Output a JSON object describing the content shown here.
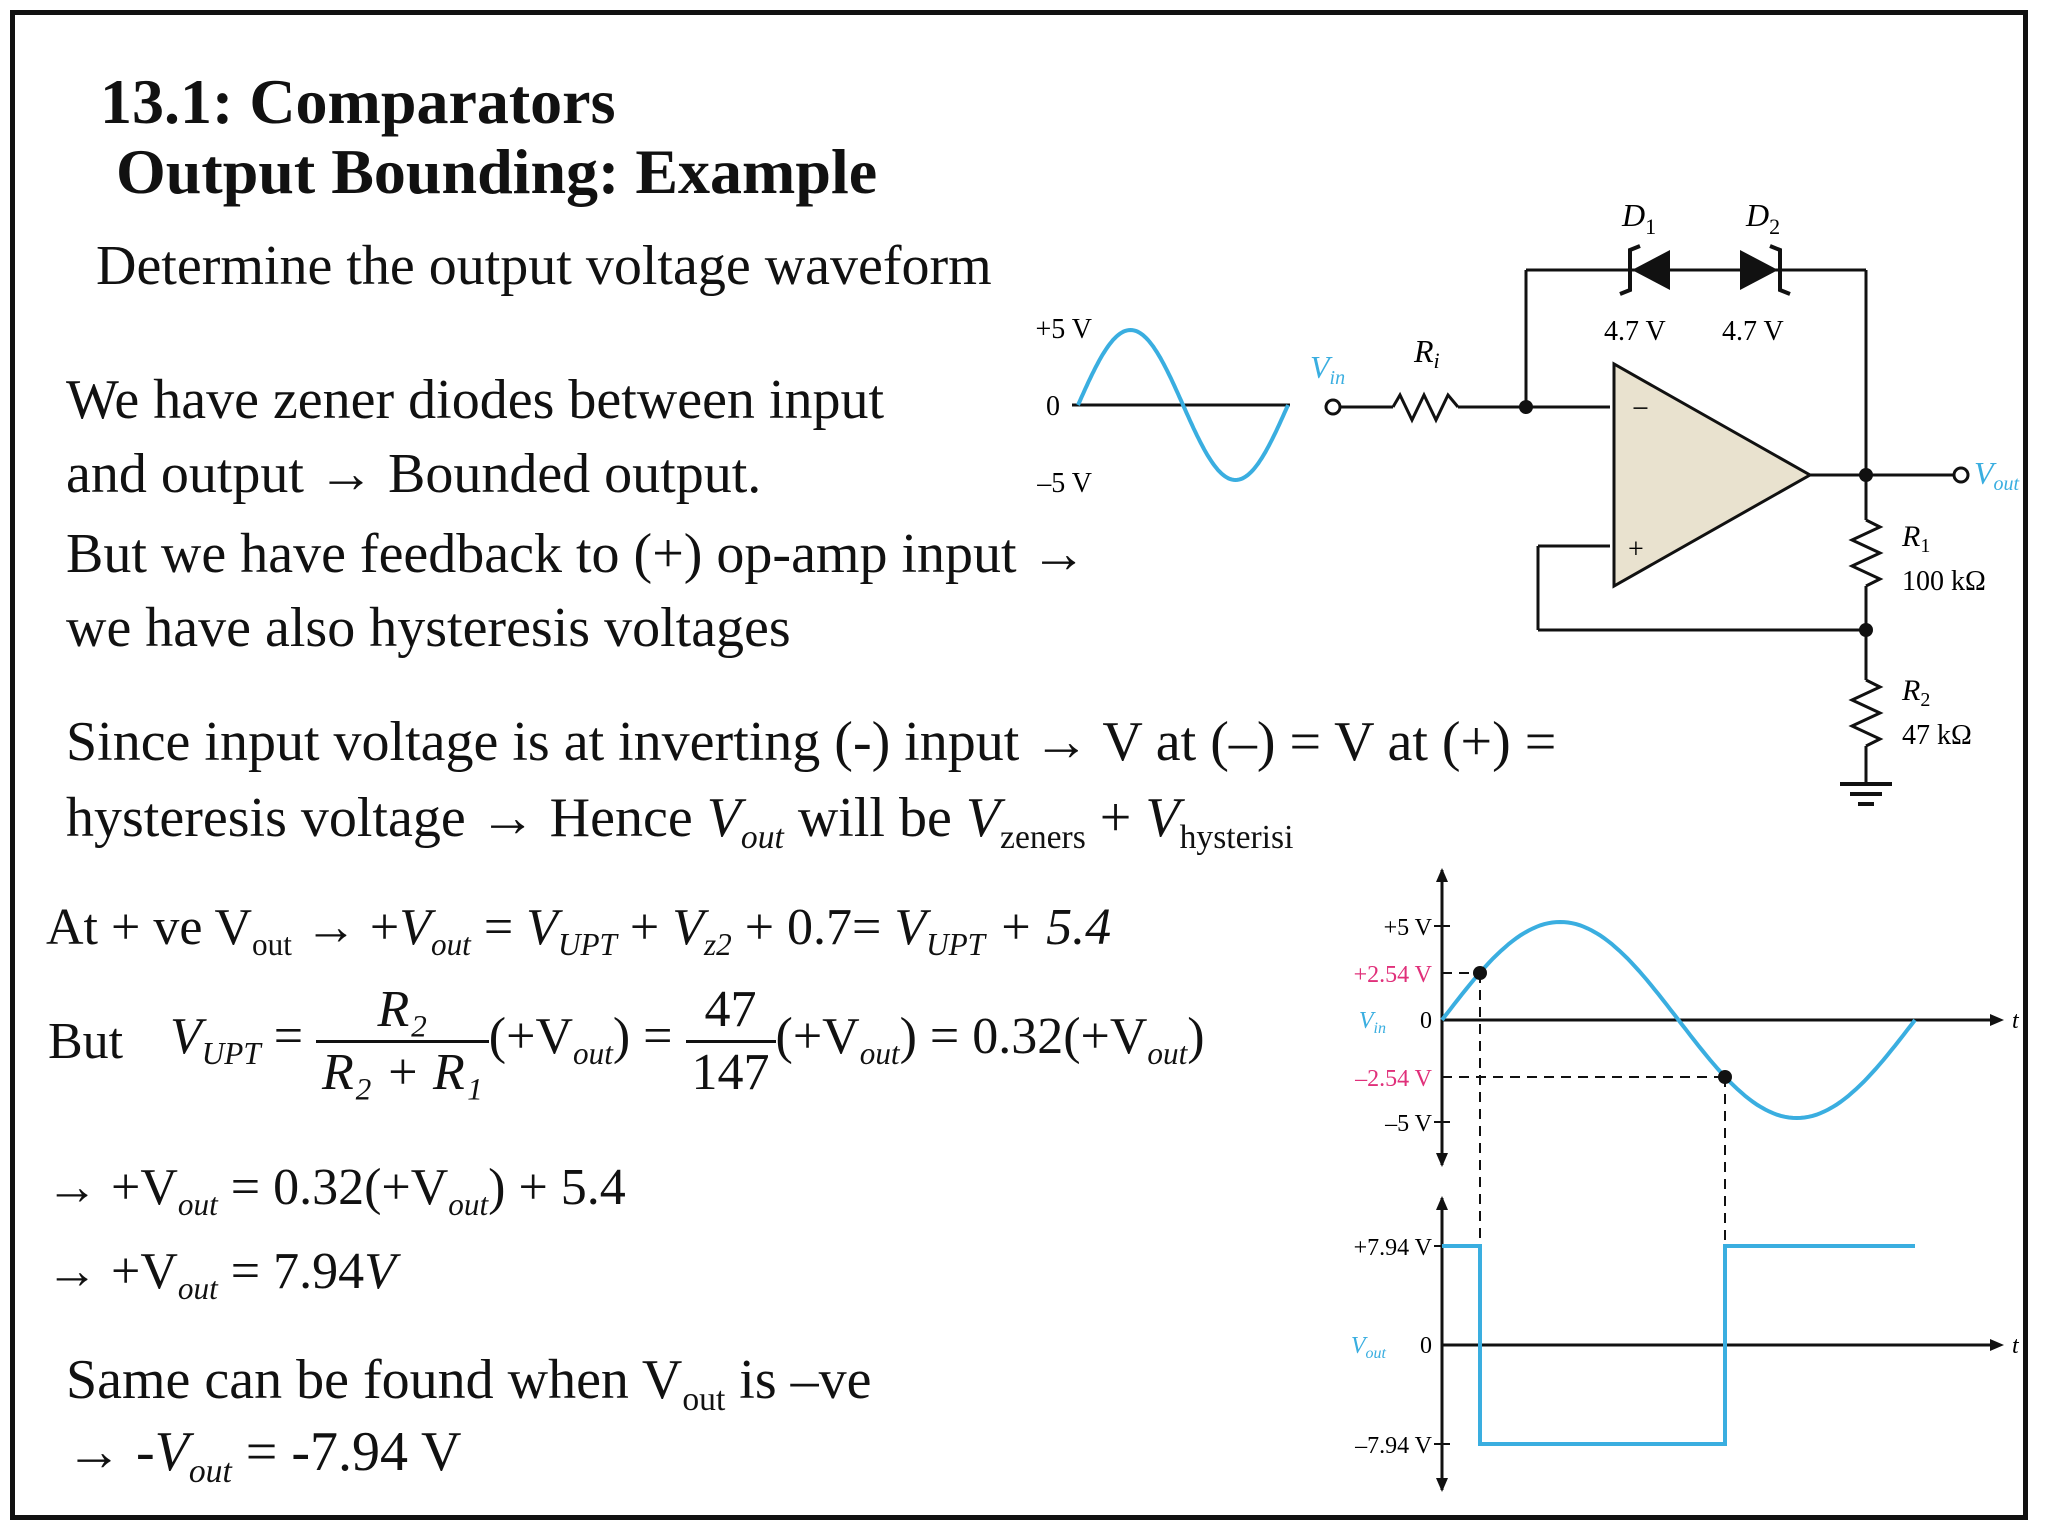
{
  "title": {
    "line1": "13.1: Comparators",
    "line2": "Output Bounding: Example"
  },
  "task": "Determine the output voltage waveform",
  "paragraphs": {
    "p1_line1": "We have zener diodes between input",
    "p1_line2": "and output → Bounded output.",
    "p1_line3": "But we have feedback to (+) op-amp input →",
    "p1_line4": "we have also hysteresis voltages",
    "p2_line1": "Since input voltage is at inverting (-) input → V at (–) = V at (+) =",
    "p2_line2_a": "hysteresis voltage → Hence ",
    "p2_line2_vout": "V",
    "p2_line2_vout_sub": "out",
    "p2_line2_b": " will be ",
    "p2_line2_vz": "V",
    "p2_line2_vz_sub": "zeners",
    "p2_line2_plus": " + ",
    "p2_line2_vh": "V",
    "p2_line2_vh_sub": "hysterisi"
  },
  "equations": {
    "eq1_a": "At + ve V",
    "eq1_a_sub": "out",
    "eq1_b": " → +",
    "eq1_v": "V",
    "eq1_v_sub": "out",
    "eq1_c": " = ",
    "eq1_vu": "V",
    "eq1_vu_sub": "UPT",
    "eq1_d": " + ",
    "eq1_vz": "V",
    "eq1_vz_sub": "z2",
    "eq1_e": " + 0.7= ",
    "eq1_vu2": "V",
    "eq1_vu2_sub": "UPT",
    "eq1_f": " + 5.4",
    "eq2_but": "But",
    "eq2_lhs": "V",
    "eq2_lhs_sub": "UPT",
    "eq2_eq1": " = ",
    "eq2_num1": "R₂",
    "eq2_den1": "R₂ + R₁",
    "eq2_mid1": "(+V",
    "eq2_mid1_sub": "out",
    "eq2_mid1_end": ") = ",
    "eq2_num2": "47",
    "eq2_den2": "147",
    "eq2_mid2": "(+V",
    "eq2_mid2_sub": "out",
    "eq2_mid2_end": ") = 0.32(+V",
    "eq2_end_sub": "out",
    "eq2_end": ")",
    "eq3_a": "→ +V",
    "eq3_a_sub": "out",
    "eq3_b": " = 0.32(+V",
    "eq3_b_sub": "out",
    "eq3_c": ") + 5.4",
    "eq4_a": "→ +V",
    "eq4_a_sub": "out",
    "eq4_b": " = 7.94",
    "eq4_c": "V",
    "same_a": "Same can be found when V",
    "same_a_sub": "out",
    "same_b": " is –ve",
    "neg_a": "→ -",
    "neg_v": "V",
    "neg_v_sub": "out",
    "neg_b": " = -7.94 V"
  },
  "circuit": {
    "d1_label": "D",
    "d1_sub": "1",
    "d2_label": "D",
    "d2_sub": "2",
    "zener1_rating": "4.7 V",
    "zener2_rating": "4.7 V",
    "vin_label": "V",
    "vin_sub": "in",
    "ri_label": "R",
    "ri_sub": "i",
    "vout_label": "V",
    "vout_sub": "out",
    "r1_label": "R",
    "r1_sub": "1",
    "r1_value": "100 kΩ",
    "r2_label": "R",
    "r2_sub": "2",
    "r2_value": "47 kΩ",
    "minus_sign": "−",
    "plus_sign": "+",
    "source_pos": "+5 V",
    "source_zero": "0",
    "source_neg": "–5 V"
  },
  "colors": {
    "signal": "#3aaee0",
    "threshold": "#e0307a",
    "opamp_fill": "#e9e2cf",
    "line": "#111111"
  },
  "waveforms": {
    "vin_plot": {
      "pos_label": "+5 V",
      "upt_label": "+2.54 V",
      "axis_name": "V",
      "axis_name_sub": "in",
      "zero_label": "0",
      "ltp_label": "–2.54 V",
      "neg_label": "–5 V",
      "t_label": "t"
    },
    "vout_plot": {
      "high_label": "+7.94 V",
      "axis_name": "V",
      "axis_name_sub": "out",
      "zero_label": "0",
      "low_label": "–7.94 V",
      "t_label": "t"
    }
  }
}
